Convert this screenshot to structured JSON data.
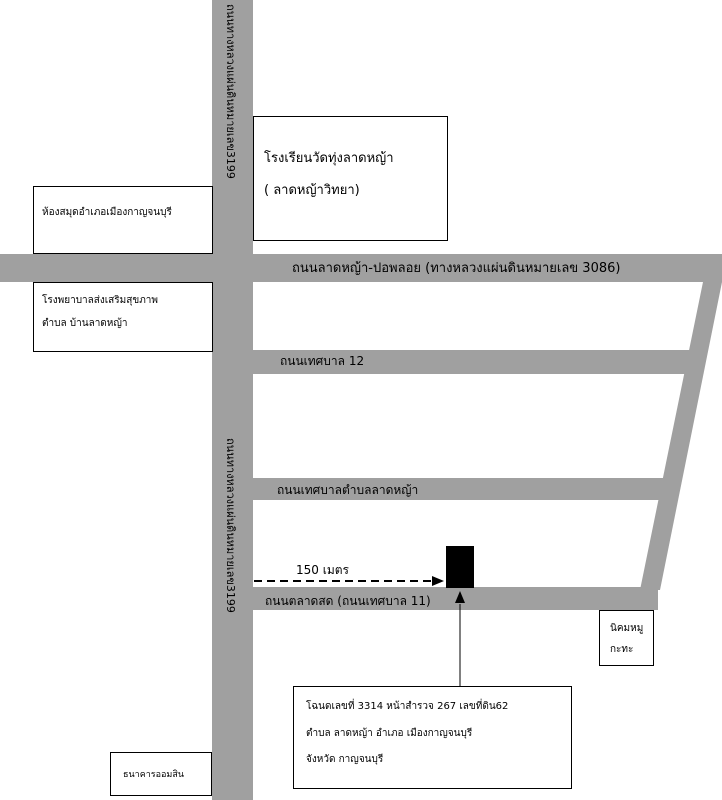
{
  "colors": {
    "road": "#a0a0a0",
    "background": "#ffffff",
    "building": "#000000",
    "text": "#000000"
  },
  "roads": {
    "highway_3199_top": "ถนนทางหลวงแผ่นดินหมายเลข3199",
    "highway_3199_bottom": "ถนนทางหลวงแผ่นดินหมายเลข3199",
    "lat_ya_pho_ploi": "ถนนลาดหญ้า-ปอพลอย (ทางหลวงแผ่นดินหมายเลข 3086)",
    "thetsaban_12": "ถนนเทศบาล 12",
    "thetsaban_tambon": "ถนนเทศบาลตำบลลาดหญ้า",
    "talat_sot": "ถนนตลาดสด (ถนนเทศบาล 11)"
  },
  "landmarks": {
    "school": {
      "line1": "โรงเรียนวัดทุ่งลาดหญ้า",
      "line2": "( ลาดหญ้าวิทยา)"
    },
    "library": {
      "line1": "ห้องสมุดอำเภอเมืองกาญจนบุรี"
    },
    "hospital": {
      "line1": "โรงพยาบาลส่งเสริมสุขภาพ",
      "line2": "ตำบล บ้านลาดหญ้า"
    },
    "nikhom": {
      "line1": "นิคมหมู",
      "line2": "กะทะ"
    },
    "bank": {
      "line1": "ธนาคารออมสิน"
    }
  },
  "distance": {
    "label": "150 เมตร"
  },
  "deed": {
    "line1": "โฉนดเลขที่ 3314 หน้าสำรวจ 267 เลขที่ดิน62",
    "line2": "ตำบล ลาดหญ้า   อำเภอ เมืองกาญจนบุรี",
    "line3": "จังหวัด กาญจนบุรี"
  }
}
